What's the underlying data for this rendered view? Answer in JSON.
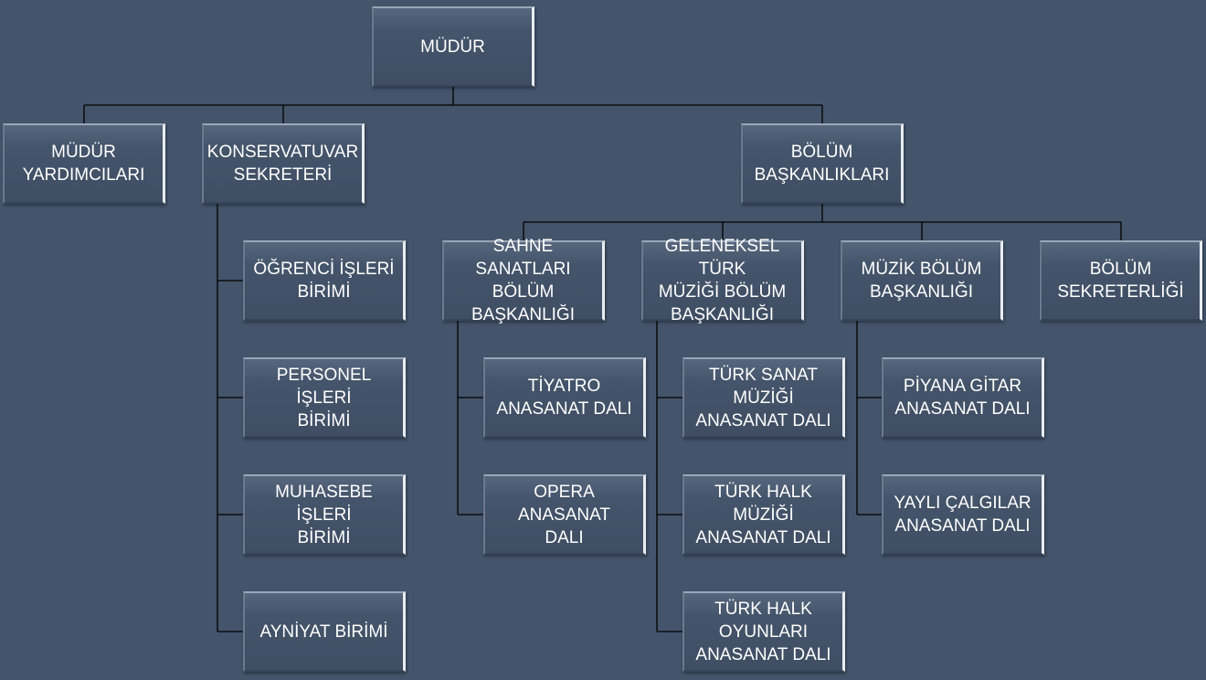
{
  "nodes": {
    "mudur": "MÜDÜR",
    "yardimcilar": "MÜDÜR\nYARDIMCILARI",
    "sekreter": "KONSERVATUVAR\nSEKRETERİ",
    "bolum": "BÖLÜM\nBAŞKANLIKLARI",
    "ogrenci": "ÖĞRENCİ İŞLERİ\nBİRİMİ",
    "personel": "PERSONEL İŞLERİ\nBİRİMİ",
    "muhasebe": "MUHASEBE İŞLERİ\nBİRİMİ",
    "ayniyat": "AYNİYAT BİRİMİ",
    "sahne": "SAHNE SANATLARI\nBÖLÜM\nBAŞKANLIĞI",
    "geleneksel": "GELENEKSEL TÜRK\nMÜZİĞİ BÖLÜM\nBAŞKANLIĞI",
    "muzik": "MÜZİK BÖLÜM\nBAŞKANLIĞI",
    "bolumsek": "BÖLÜM\nSEKRETERLİĞİ",
    "tiyatro": "TİYATRO\nANASANAT DALI",
    "opera": "OPERA ANASANAT\nDALI",
    "tsm": "TÜRK SANAT\nMÜZİĞİ\nANASANAT DALI",
    "thm": "TÜRK HALK\nMÜZİĞİ\nANASANAT DALI",
    "tho": "TÜRK HALK\nOYUNLARI\nANASANAT DALI",
    "piyano": "PİYANA GİTAR\nANASANAT DALI",
    "yayli": "YAYLI ÇALGILAR\nANASANAT DALI"
  }
}
